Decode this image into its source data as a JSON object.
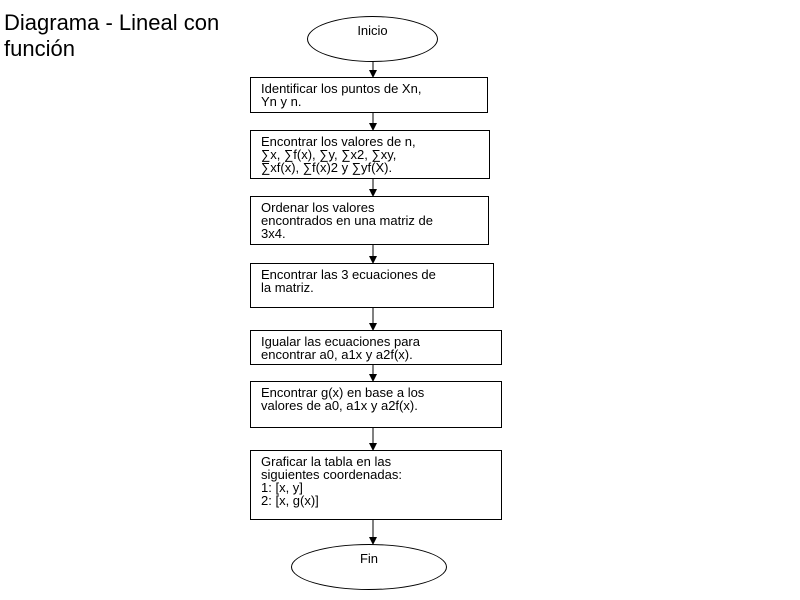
{
  "page": {
    "title": "Diagrama - Lineal con\nfunción"
  },
  "flowchart": {
    "start": "Inicio",
    "end": "Fin",
    "steps": [
      "Identificar los puntos de Xn,\nYn y n.",
      "Encontrar los valores de n,\n∑x, ∑f(x), ∑y, ∑x2, ∑xy,\n∑xf(x), ∑f(x)2 y ∑yf(X).",
      "Ordenar los valores\nencontrados en una matriz de\n3x4.",
      "Encontrar las 3 ecuaciones de\nla matriz.",
      "Igualar las ecuaciones para\nencontrar a0, a1x y a2f(x).",
      "Encontrar g(x) en base a los\nvalores de a0, a1x y a2f(x).",
      "Graficar la tabla en las\nsiguientes coordenadas:\n1: [x, y]\n2: [x, g(x)]"
    ]
  }
}
